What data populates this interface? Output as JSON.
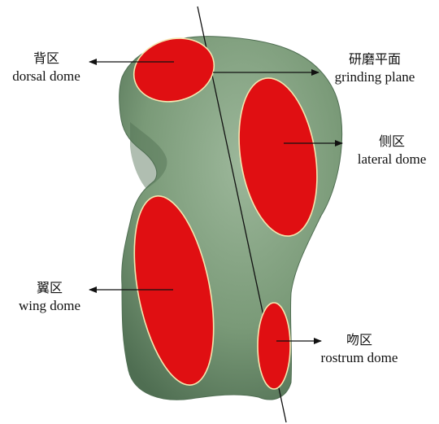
{
  "colors": {
    "background": "#ffffff",
    "bone": "#7a9a78",
    "bone_dark": "#4f6e52",
    "dome_fill": "#e00f12",
    "dome_outline": "#f4e6b0",
    "line": "#111111"
  },
  "labels": {
    "dorsal": {
      "zh": "背区",
      "en": "dorsal dome"
    },
    "grinding": {
      "zh": "研磨平面",
      "en": "grinding plane"
    },
    "lateral": {
      "zh": "侧区",
      "en": "lateral dome"
    },
    "wing": {
      "zh": "翼区",
      "en": "wing dome"
    },
    "rostrum": {
      "zh": "吻区",
      "en": "rostrum dome"
    }
  }
}
